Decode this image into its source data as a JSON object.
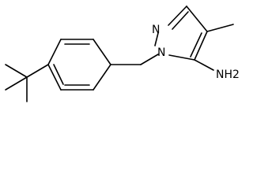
{
  "molecule": {
    "atoms": {
      "n2": "N",
      "n1": "N",
      "amine": "NH2"
    }
  }
}
